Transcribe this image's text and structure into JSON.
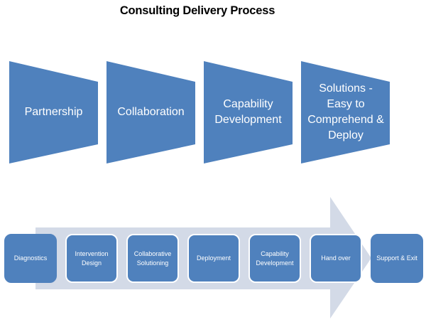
{
  "title": "Consulting Delivery Process",
  "colors": {
    "shape_fill": "#4F81BD",
    "arrow_fill": "#D3DAE7",
    "text_on_shape": "#FFFFFF",
    "title_text": "#000000"
  },
  "principles": [
    {
      "label": "Partnership"
    },
    {
      "label": "Collaboration"
    },
    {
      "label": "Capability Development"
    },
    {
      "label": "Solutions - Easy to Comprehend & Deploy"
    }
  ],
  "process_steps": [
    {
      "label": "Diagnostics"
    },
    {
      "label": "Intervention Design"
    },
    {
      "label": "Collaborative Solutioning"
    },
    {
      "label": "Deployment"
    },
    {
      "label": "Capability Development"
    },
    {
      "label": "Hand over"
    },
    {
      "label": "Support & Exit"
    }
  ]
}
